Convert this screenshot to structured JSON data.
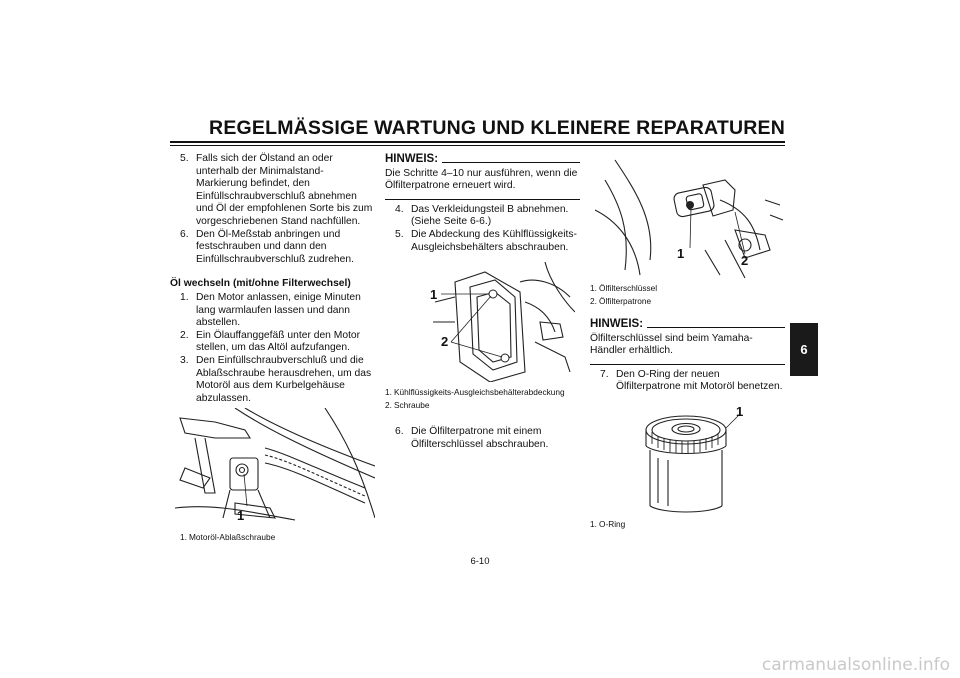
{
  "header": {
    "title": "REGELMÄSSIGE WARTUNG UND KLEINERE REPARATUREN"
  },
  "chapter_tab": "6",
  "page_number": "6-10",
  "watermark": "carmanualsonline.info",
  "column1": {
    "steps_top": [
      {
        "num": "5.",
        "text": "Falls sich der Ölstand an oder unterhalb der Minimalstand-Markierung befindet, den Einfüllschraubverschluß abnehmen und Öl der empfohlenen Sorte bis zum vorgeschriebenen Stand nachfüllen."
      },
      {
        "num": "6.",
        "text": "Den Öl-Meßstab anbringen und festschrauben und dann den Einfüllschraubverschluß zudrehen."
      }
    ],
    "subheading": "Öl wechseln (mit/ohne Filterwechsel)",
    "steps": [
      {
        "num": "1.",
        "text": "Den Motor anlassen, einige Minuten lang warmlaufen lassen und dann abstellen."
      },
      {
        "num": "2.",
        "text": "Ein Ölauffanggefäß unter den Motor stellen, um das Altöl aufzufangen."
      },
      {
        "num": "3.",
        "text": "Den Einfüllschraubverschluß und die Ablaßschraube herausdrehen, um das Motoröl aus dem Kurbelgehäuse abzulassen."
      }
    ],
    "figure_callout": "1",
    "captions": [
      {
        "num": "1.",
        "text": "Motoröl-Ablaßschraube"
      }
    ]
  },
  "column2": {
    "hinweis_title": "HINWEIS:",
    "hinweis_text": "Die Schritte 4–10 nur ausführen, wenn die Ölfilterpatrone erneuert wird.",
    "steps": [
      {
        "num": "4.",
        "text": "Das Verkleidungsteil B abnehmen. (Siehe Seite 6-6.)"
      },
      {
        "num": "5.",
        "text": "Die Abdeckung des Kühlflüssigkeits-Ausgleichsbehälters abschrauben."
      }
    ],
    "figure_callouts": [
      "1",
      "2"
    ],
    "captions": [
      {
        "num": "1.",
        "text": "Kühlflüssigkeits-Ausgleichsbehälterabdeckung"
      },
      {
        "num": "2.",
        "text": "Schraube"
      }
    ],
    "steps_after": [
      {
        "num": "6.",
        "text": "Die Ölfilterpatrone mit einem Ölfilterschlüssel abschrauben."
      }
    ]
  },
  "column3": {
    "figure_callouts": [
      "1",
      "2"
    ],
    "captions": [
      {
        "num": "1.",
        "text": "Ölfilterschlüssel"
      },
      {
        "num": "2.",
        "text": "Ölfilterpatrone"
      }
    ],
    "hinweis_title": "HINWEIS:",
    "hinweis_text": "Ölfilterschlüssel sind beim Yamaha-Händler erhältlich.",
    "steps": [
      {
        "num": "7.",
        "text": "Den O-Ring der neuen Ölfilterpatrone mit Motoröl benetzen."
      }
    ],
    "figure2_callout": "1",
    "captions2": [
      {
        "num": "1.",
        "text": "O-Ring"
      }
    ]
  }
}
